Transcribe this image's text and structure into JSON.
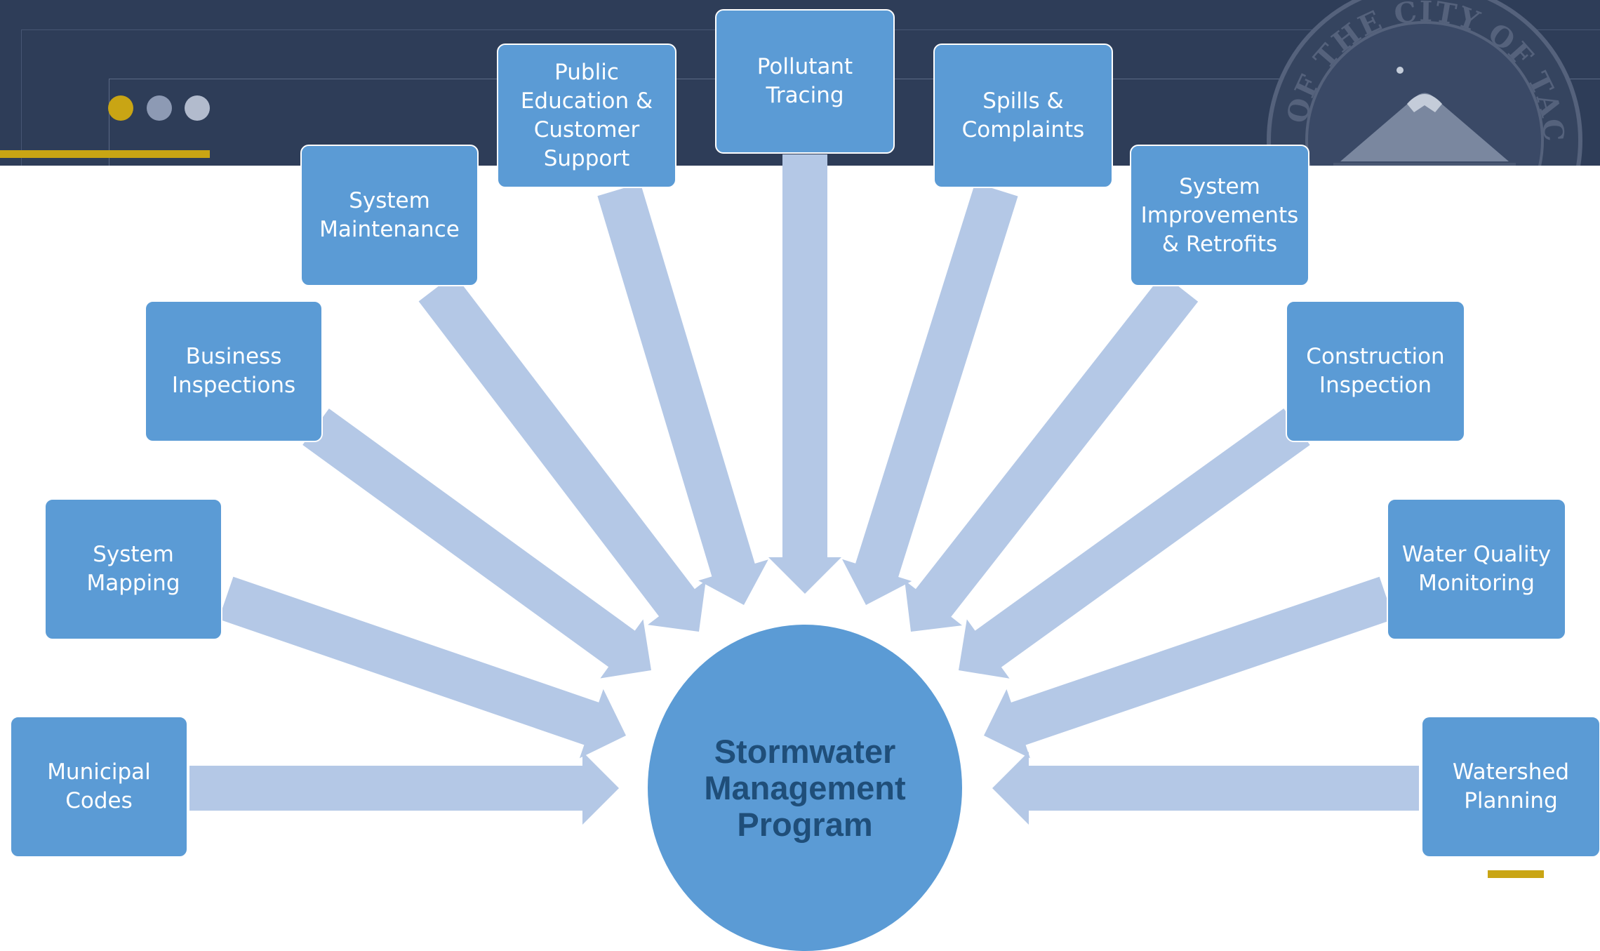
{
  "banner": {
    "colors": {
      "background": "#2e3d58",
      "accent": "#c9a514"
    },
    "seal_text": "SEAL OF THE CITY OF TACOMA",
    "seal_icon": "city-of-tacoma-seal"
  },
  "diagram": {
    "hub": {
      "label": "Stormwater Management Program",
      "color": "#5b9bd5",
      "text_color": "#1f4e79"
    },
    "arrow_color": "#b4c8e6",
    "items": [
      {
        "id": "municipal-codes",
        "label": "Municipal Codes"
      },
      {
        "id": "system-mapping",
        "label": "System Mapping"
      },
      {
        "id": "business-inspections",
        "label": "Business Inspections"
      },
      {
        "id": "system-maintenance",
        "label": "System Maintenance"
      },
      {
        "id": "public-education",
        "label": "Public Education & Customer Support"
      },
      {
        "id": "pollutant-tracing",
        "label": "Pollutant Tracing"
      },
      {
        "id": "spills-complaints",
        "label": "Spills & Complaints"
      },
      {
        "id": "system-improvements",
        "label": "System Improvements & Retrofits"
      },
      {
        "id": "construction-inspection",
        "label": "Construction Inspection"
      },
      {
        "id": "water-quality-monitoring",
        "label": "Water Quality Monitoring"
      },
      {
        "id": "watershed-planning",
        "label": "Watershed Planning"
      }
    ]
  }
}
